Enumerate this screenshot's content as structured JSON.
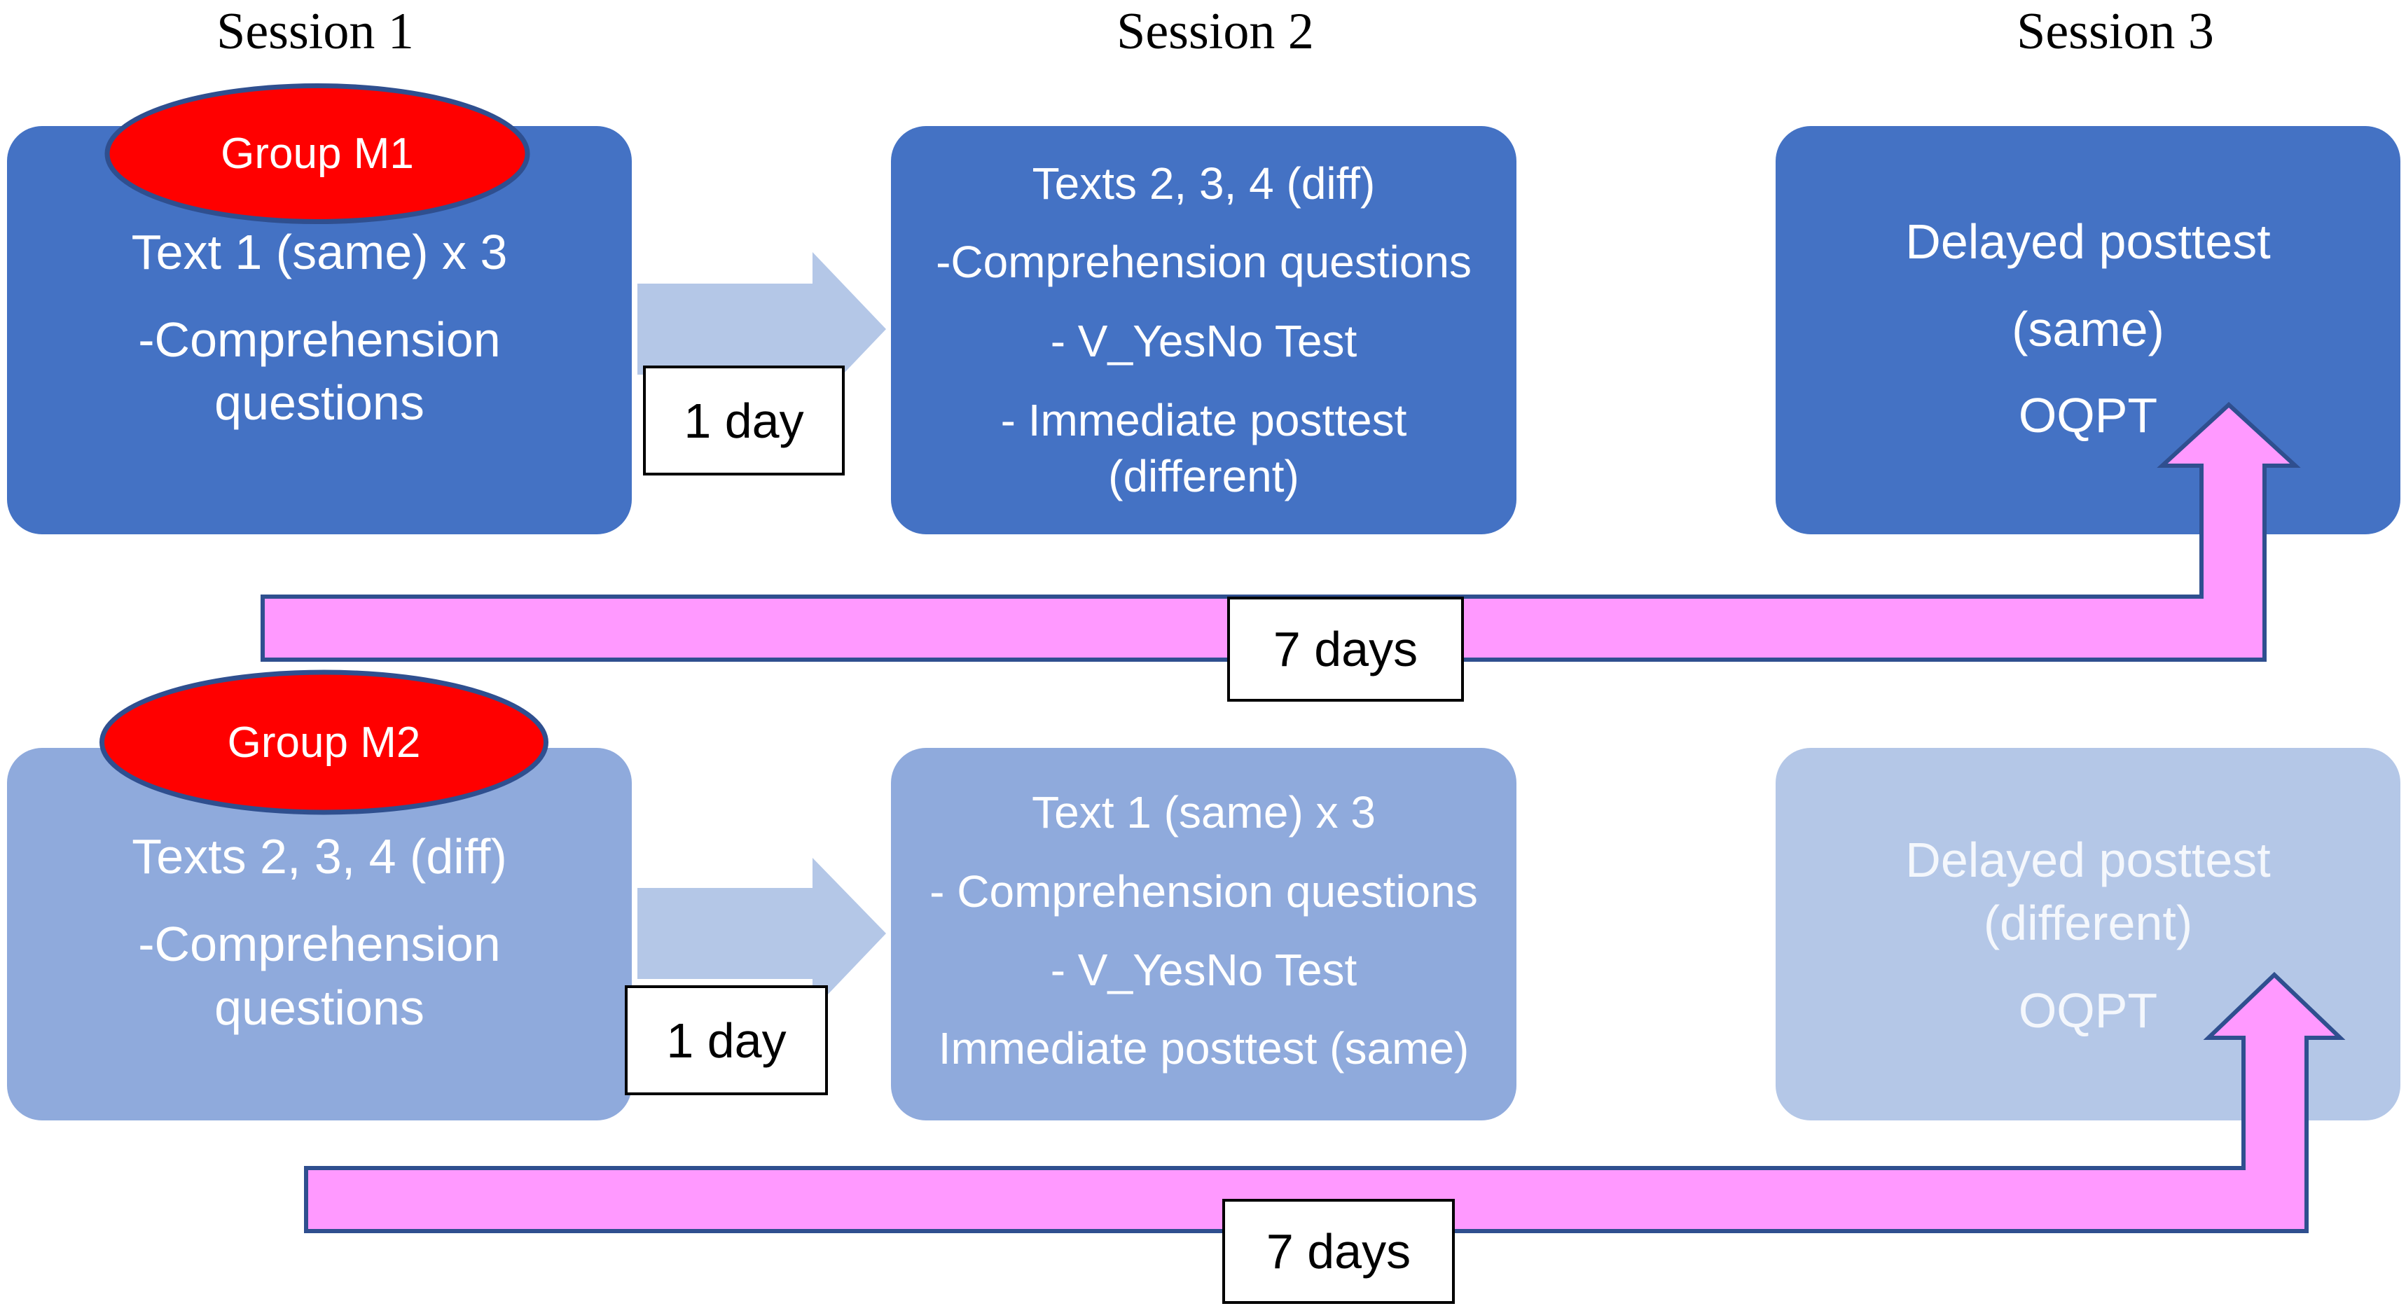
{
  "headers": [
    "Session 1",
    "Session 2",
    "Session 3"
  ],
  "groups": [
    {
      "name": "Group M1",
      "session1": [
        "Text 1 (same) x 3",
        "-Comprehension",
        "questions"
      ],
      "gap1": "1 day",
      "session2": [
        "Texts 2, 3, 4 (diff)",
        "-Comprehension questions",
        "- V_YesNo Test",
        "- Immediate posttest",
        "(different)"
      ],
      "session3": [
        "Delayed posttest",
        "(same)",
        "OQPT"
      ],
      "gap2": "7 days"
    },
    {
      "name": "Group M2",
      "session1": [
        "Texts 2, 3, 4 (diff)",
        "-Comprehension",
        "questions"
      ],
      "gap1": "1 day",
      "session2": [
        "Text 1 (same) x 3",
        "- Comprehension questions",
        "- V_YesNo Test",
        "Immediate posttest (same)"
      ],
      "session3": [
        "Delayed posttest",
        "(different)",
        "OQPT"
      ],
      "gap2": "7 days"
    }
  ],
  "colors": {
    "box_dark": "#4472C4",
    "box_mid": "#8FAADC",
    "box_light": "#B4C7E7",
    "arrow_light": "#B4C7E7",
    "arrow_pink": "#FF99FF",
    "arrow_pink_border": "#2F4F8F",
    "oval_red": "#FF0000",
    "oval_border": "#2F4F8F"
  }
}
